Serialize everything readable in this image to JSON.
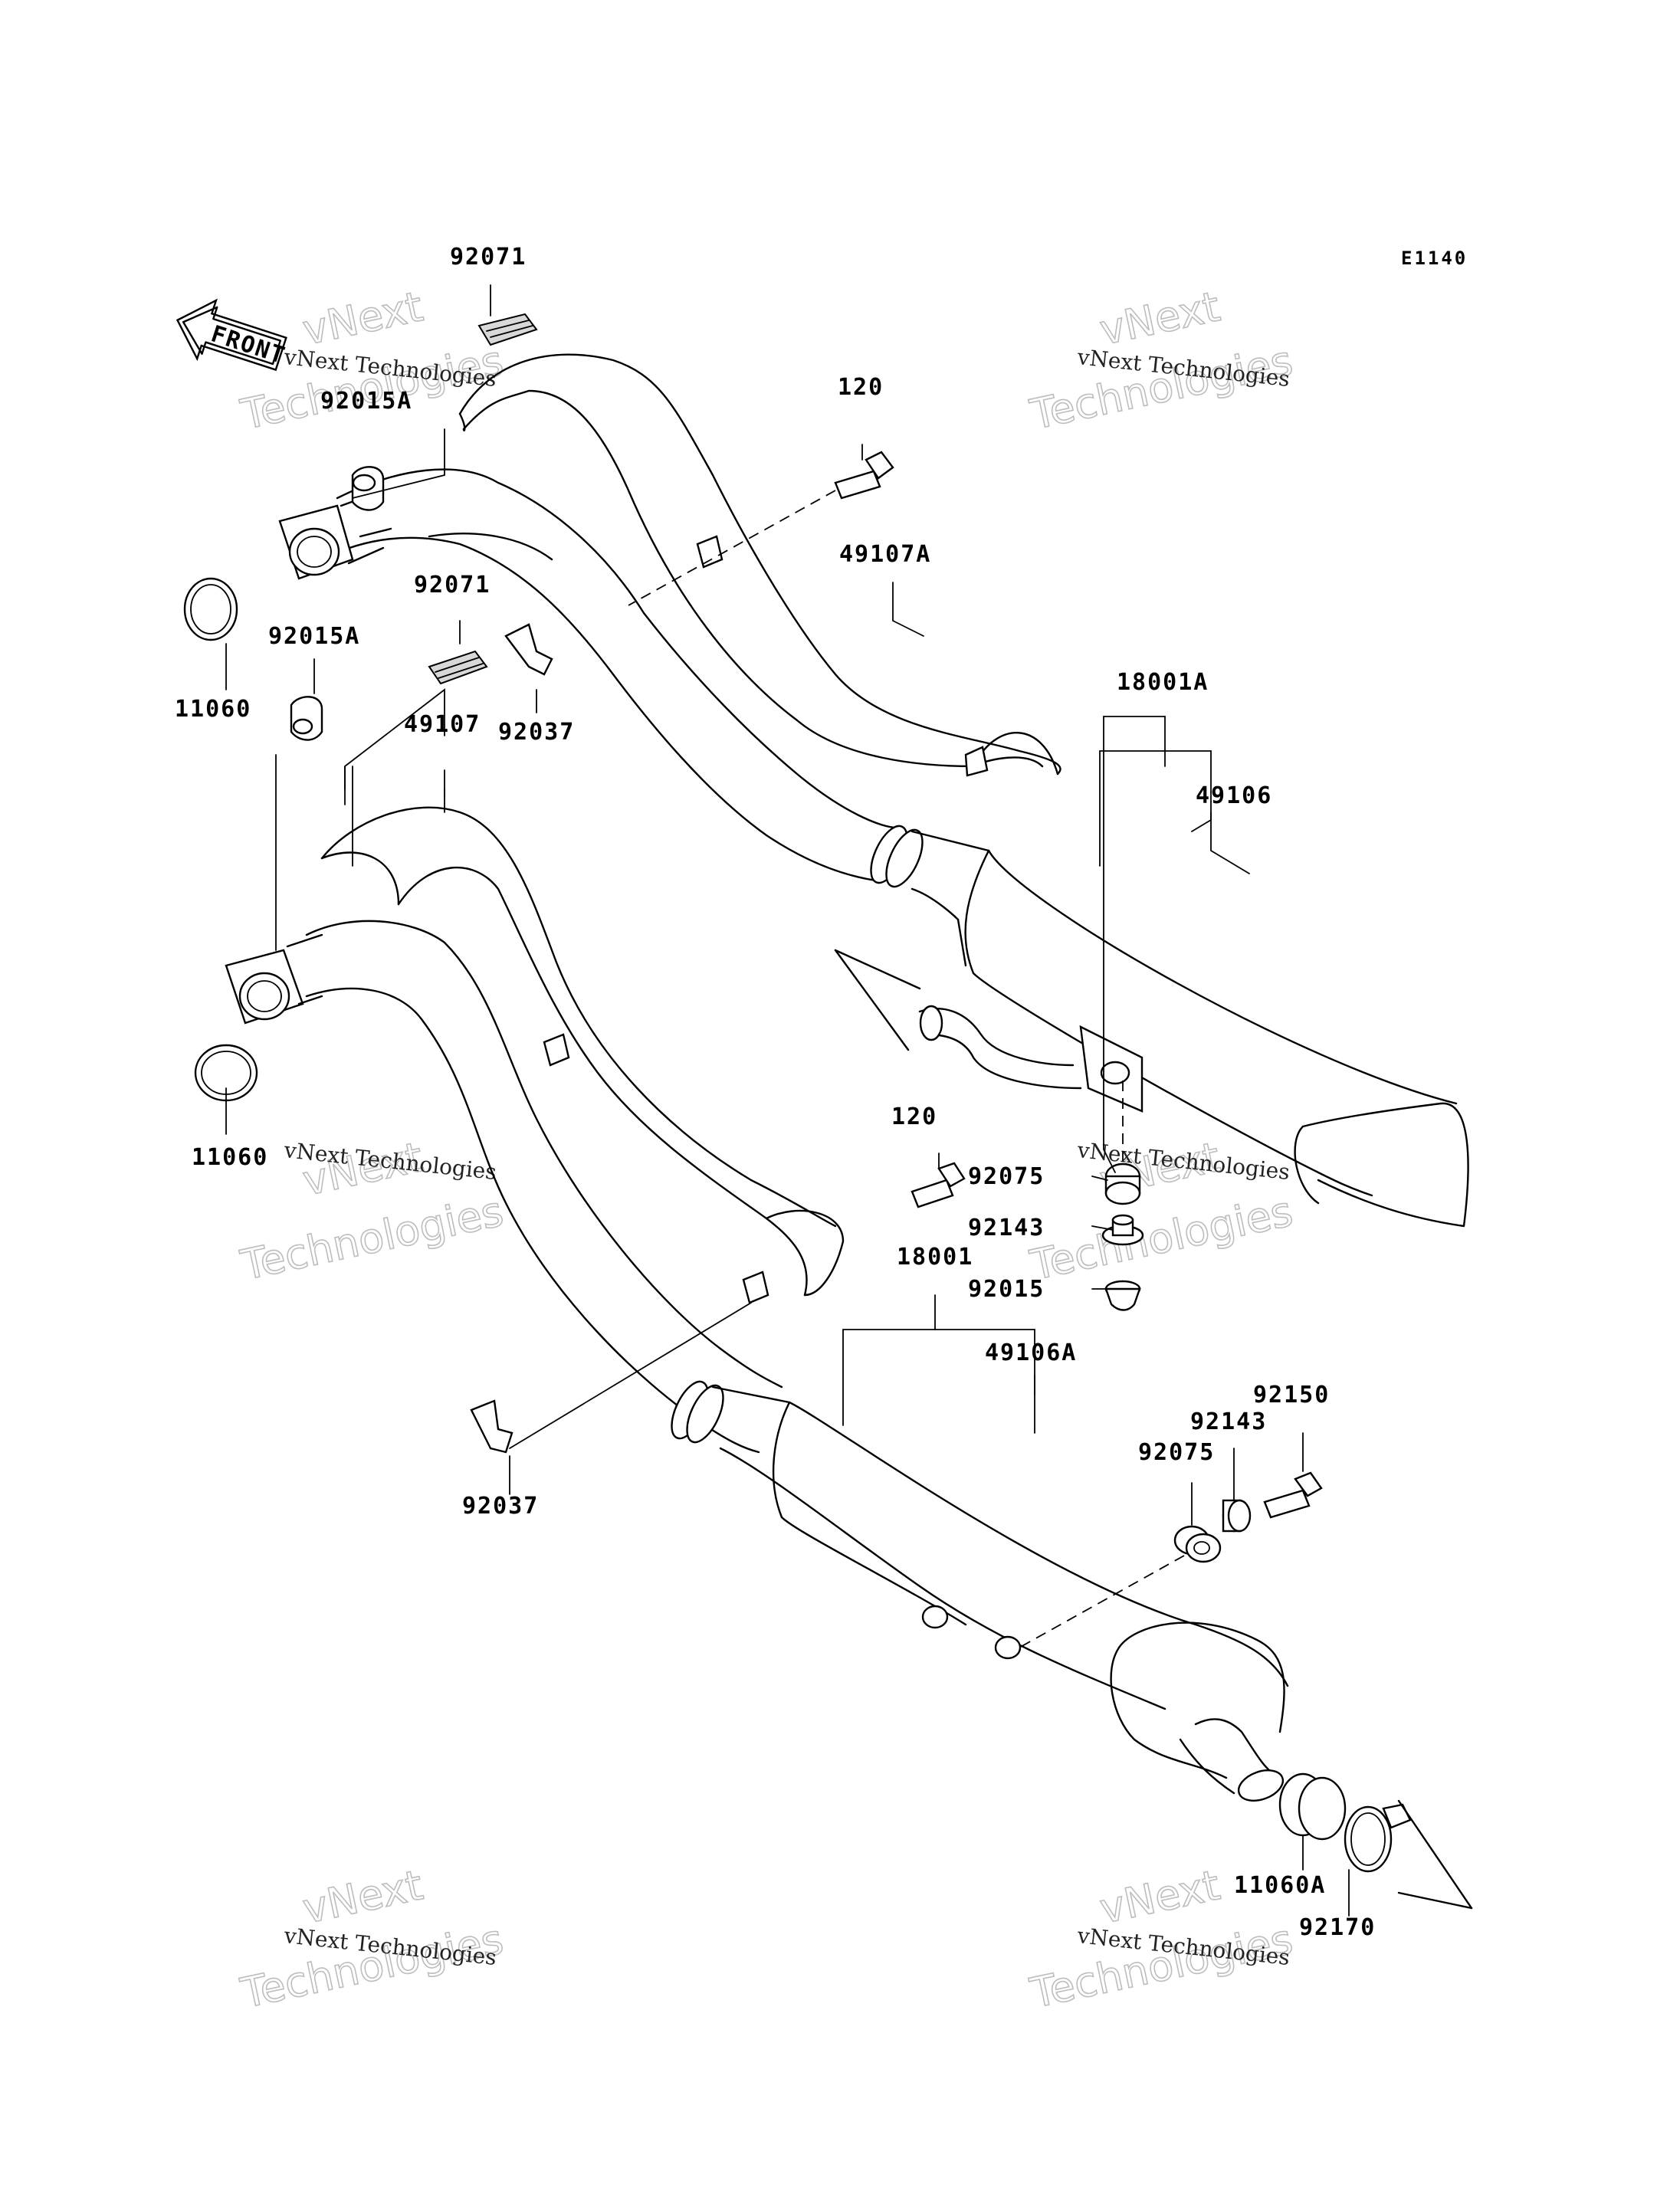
{
  "diagram": {
    "code": "E1140",
    "front_label": "FRONT",
    "watermark": {
      "small": "vNext Technologies",
      "big_top": "vNext",
      "big_bottom": "Technologies"
    },
    "labels": {
      "p92071_top": "92071",
      "p92015A_top": "92015A",
      "p120_top": "120",
      "p49107A": "49107A",
      "p92071_mid": "92071",
      "p92015A_mid": "92015A",
      "p11060_top": "11060",
      "p92037_top": "92037",
      "p49107": "49107",
      "p18001A": "18001A",
      "p49106": "49106",
      "p11060_mid": "11060",
      "p120_mid": "120",
      "p92075_top": "92075",
      "p92143_top": "92143",
      "p92015": "92015",
      "p18001": "18001",
      "p49106A": "49106A",
      "p92150": "92150",
      "p92143_low": "92143",
      "p92075_low": "92075",
      "p92037_low": "92037",
      "p11060A": "11060A",
      "p92170": "92170"
    }
  }
}
